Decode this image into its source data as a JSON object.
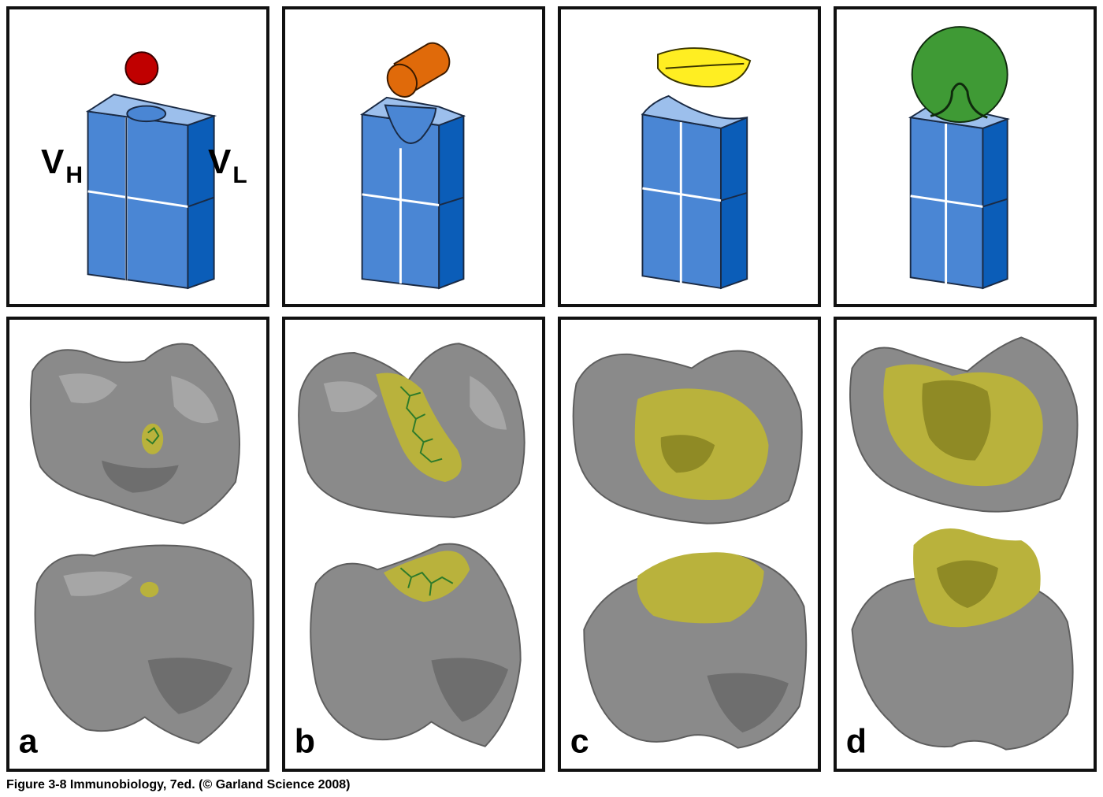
{
  "labels": {
    "vh_main": "V",
    "vh_sub": "H",
    "vl_main": "V",
    "vl_sub": "L"
  },
  "panels": [
    {
      "letter": "a",
      "antigen_shape": "small-sphere",
      "antigen_color": "#c00000"
    },
    {
      "letter": "b",
      "antigen_shape": "cylinder",
      "antigen_color": "#e06a0a"
    },
    {
      "letter": "c",
      "antigen_shape": "lens",
      "antigen_color": "#ffee22"
    },
    {
      "letter": "d",
      "antigen_shape": "large-sphere",
      "antigen_color": "#3f9a35"
    }
  ],
  "colors": {
    "domain_blue": "#4a86d4",
    "domain_blue_dark": "#0b5db8",
    "surface_gray": "#8a8a8a",
    "contact_yellow": "#b9b23c",
    "ligand_green": "#2d7a2a"
  },
  "caption": "Figure 3-8  Immunobiology, 7ed. (© Garland Science 2008)"
}
